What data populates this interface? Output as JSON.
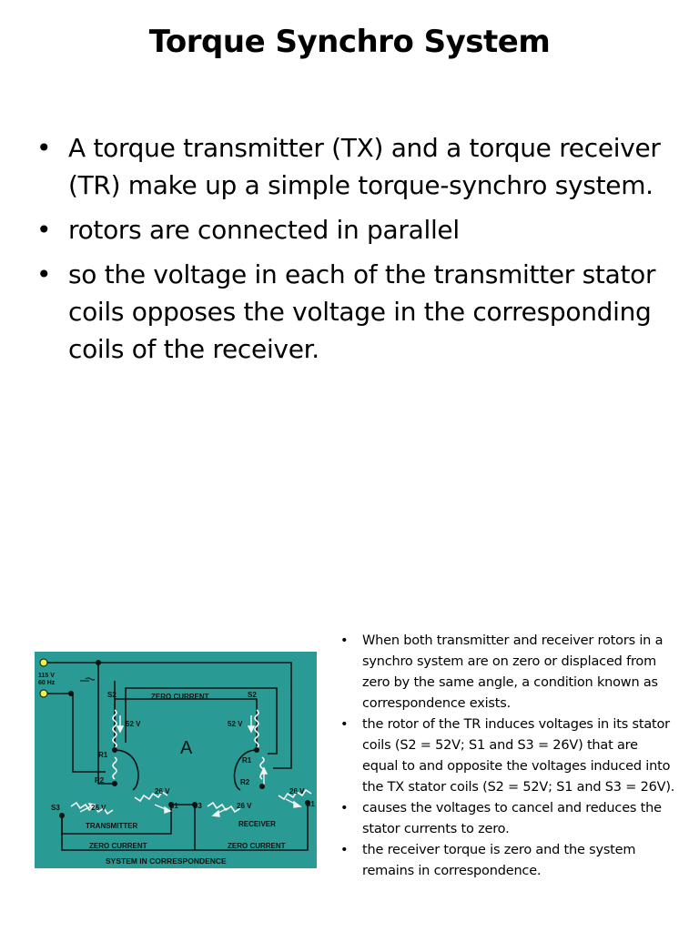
{
  "slide": {
    "title": "Torque Synchro System",
    "bullets": [
      "A torque transmitter (TX) and a torque receiver (TR) make up a simple torque-synchro system.",
      "rotors are connected in parallel",
      "so the voltage in each of the transmitter stator coils opposes the voltage in the corresponding coils of the receiver."
    ],
    "side_bullets": [
      "When both transmitter and receiver rotors in a synchro system are on zero or displaced from zero by the same angle, a condition known as correspondence exists.",
      "the rotor of the TR induces voltages in its stator coils (S2 = 52V; S1 and S3 = 26V) that are equal to and opposite the voltages induced into the TX stator coils (S2 = 52V; S1 and S3 = 26V).",
      "causes the voltages to cancel and reduces the stator currents to zero.",
      "the receiver torque is zero and the system remains in correspondence."
    ]
  },
  "diagram": {
    "source_voltage": "115 V",
    "source_freq": "60 Hz",
    "zero_current": "ZERO CURRENT",
    "center_label": "A",
    "label_52v": "52 V",
    "label_26v": "26 V",
    "s1": "S1",
    "s2": "S2",
    "s3": "S3",
    "r1": "R1",
    "r2": "R2",
    "transmitter": "TRANSMITTER",
    "receiver": "RECEIVER",
    "caption": "SYSTEM IN CORRESPONDENCE",
    "colors": {
      "background": "#2a9a94",
      "wire": "#111111",
      "coil": "#f4f4f4",
      "terminal": "#f2ee4a"
    }
  }
}
